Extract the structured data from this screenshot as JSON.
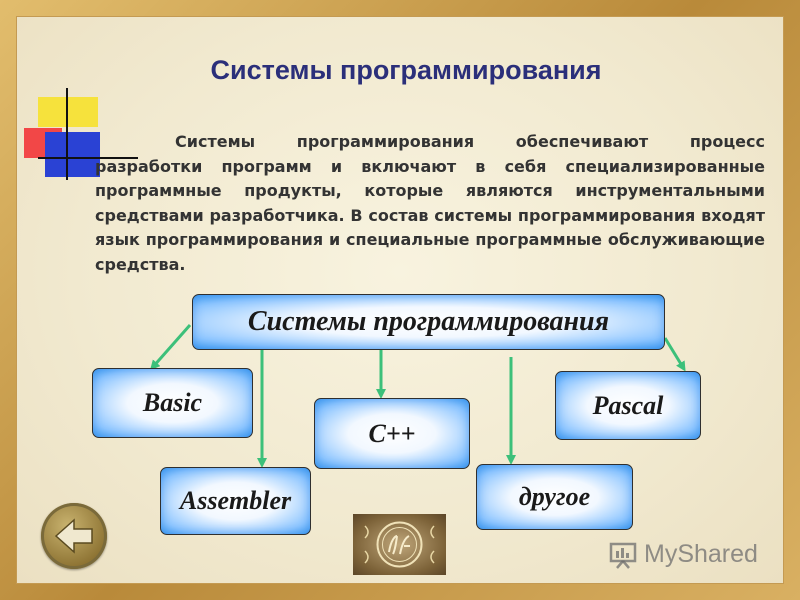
{
  "slide": {
    "title": "Системы программирования",
    "paragraph": "Системы программирования обеспечивают процесс разработки программ и включают в себя специализированные программные продукты, которые являются инструментальными средствами разработчика. В состав системы программирования входят язык программирования и специальные программные обслуживающие средства."
  },
  "diagram": {
    "root": "Системы программирования",
    "children": [
      "Basic",
      "Assembler",
      "C++",
      "другое",
      "Pascal"
    ]
  },
  "watermark": {
    "text": "MyShared"
  },
  "colors": {
    "title": "#2b2f7a",
    "arrow": "#3cc07a",
    "box_glow": "#49a2f3",
    "frame": "#c89a45"
  },
  "icons": {
    "back": "back-arrow-icon",
    "seal": "monogram-seal-icon"
  }
}
